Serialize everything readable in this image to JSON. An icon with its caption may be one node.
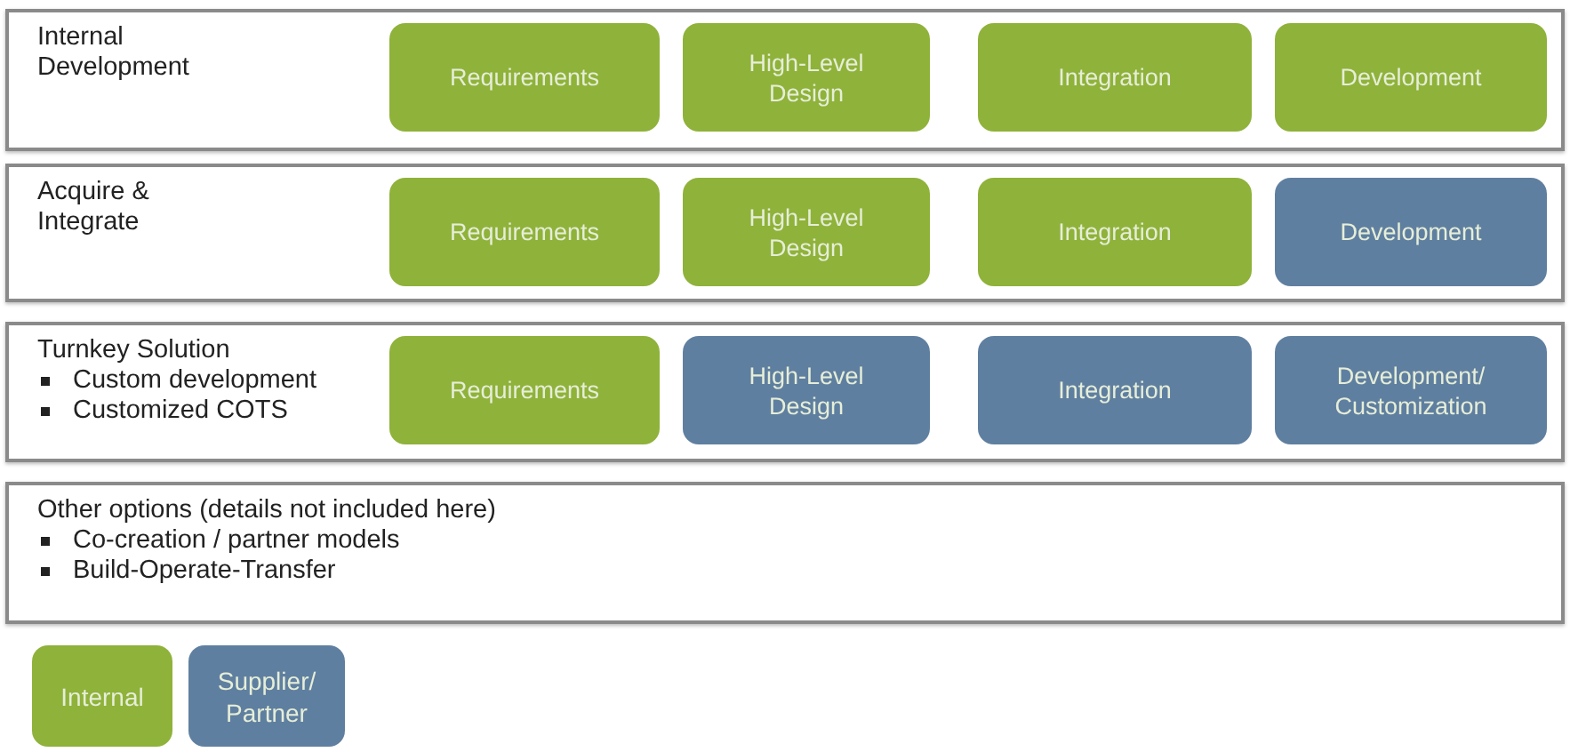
{
  "diagram": {
    "nodes": [
      {
        "text": [
          "Internal Development"
        ]
      },
      {
        "text": [
          "Requirements"
        ],
        "in": 0
      },
      {
        "text": [
          "High-Level Design"
        ],
        "in": 0
      },
      {
        "text": [
          "Integration"
        ],
        "in": 0
      },
      {
        "text": [
          "Development"
        ],
        "in": 0
      },
      {
        "text": [
          "Acquire & Integrate"
        ]
      },
      {
        "text": [
          "Requirements"
        ],
        "in": 5
      },
      {
        "text": [
          "High-Level Design"
        ],
        "in": 5
      },
      {
        "text": [
          "Integration"
        ],
        "in": 5
      },
      {
        "text": [
          "Development"
        ],
        "in": 5
      },
      {
        "text": [
          "Turnkey Solution",
          "Custom development",
          "Customized COTS"
        ]
      },
      {
        "text": [
          "Requirements"
        ],
        "in": 10
      },
      {
        "text": [
          "High-Level Design"
        ],
        "in": 10
      },
      {
        "text": [
          "Integration"
        ],
        "in": 10
      },
      {
        "text": [
          "Development/ Customization"
        ],
        "in": 10
      },
      {
        "text": [
          "Other options (details not included here)",
          "Co-creation / partner models",
          "Build-Operate-Transfer"
        ]
      }
    ],
    "legend": [
      {
        "text": "Internal",
        "color": "#8fb23a"
      },
      {
        "text": "Supplier/ Partner",
        "color": "#5f7fa0"
      }
    ]
  }
}
